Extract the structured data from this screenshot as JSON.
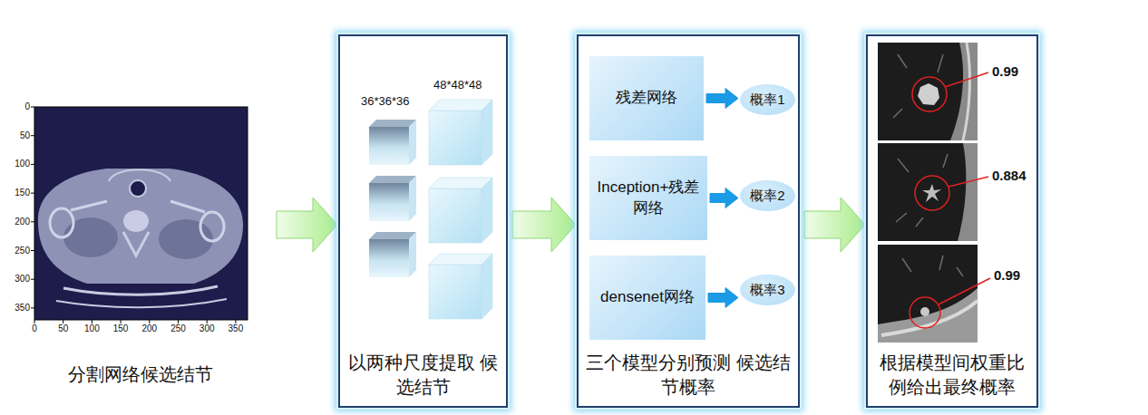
{
  "diagram": {
    "nodes": [
      {
        "text": [
          "分割网络候选结节"
        ]
      },
      {
        "text": [
          "以两种尺度提取 候选结节"
        ]
      },
      {
        "text": [
          "三个模型分别预测 候选结节概率"
        ]
      },
      {
        "text": [
          "残差网络"
        ],
        "in": 2
      },
      {
        "text": [
          "概率1"
        ],
        "in": 2
      },
      {
        "text": [
          "Inception+残差 网络"
        ],
        "in": 2
      },
      {
        "text": [
          "概率2"
        ],
        "in": 2
      },
      {
        "text": [
          "densenet网络"
        ],
        "in": 2
      },
      {
        "text": [
          "概率3"
        ],
        "in": 2
      },
      {
        "text": [
          "根据模型间权重比 例给出最终概率"
        ]
      }
    ],
    "edges": [
      {
        "from": 0,
        "to": 1,
        "arrow": "to"
      },
      {
        "from": 1,
        "to": 2,
        "arrow": "to"
      },
      {
        "from": 2,
        "to": 9,
        "arrow": "to"
      },
      {
        "from": 3,
        "to": 4,
        "arrow": "to"
      },
      {
        "from": 5,
        "to": 6,
        "arrow": "to"
      },
      {
        "from": 7,
        "to": 8,
        "arrow": "to"
      }
    ],
    "labels": [
      "0",
      "50",
      "100",
      "150",
      "200",
      "250",
      "300",
      "350",
      "0",
      "50",
      "100",
      "150",
      "200",
      "250",
      "300",
      "350",
      "36*36*36",
      "48*48*48",
      "0.99",
      "0.884",
      "0.99"
    ]
  }
}
